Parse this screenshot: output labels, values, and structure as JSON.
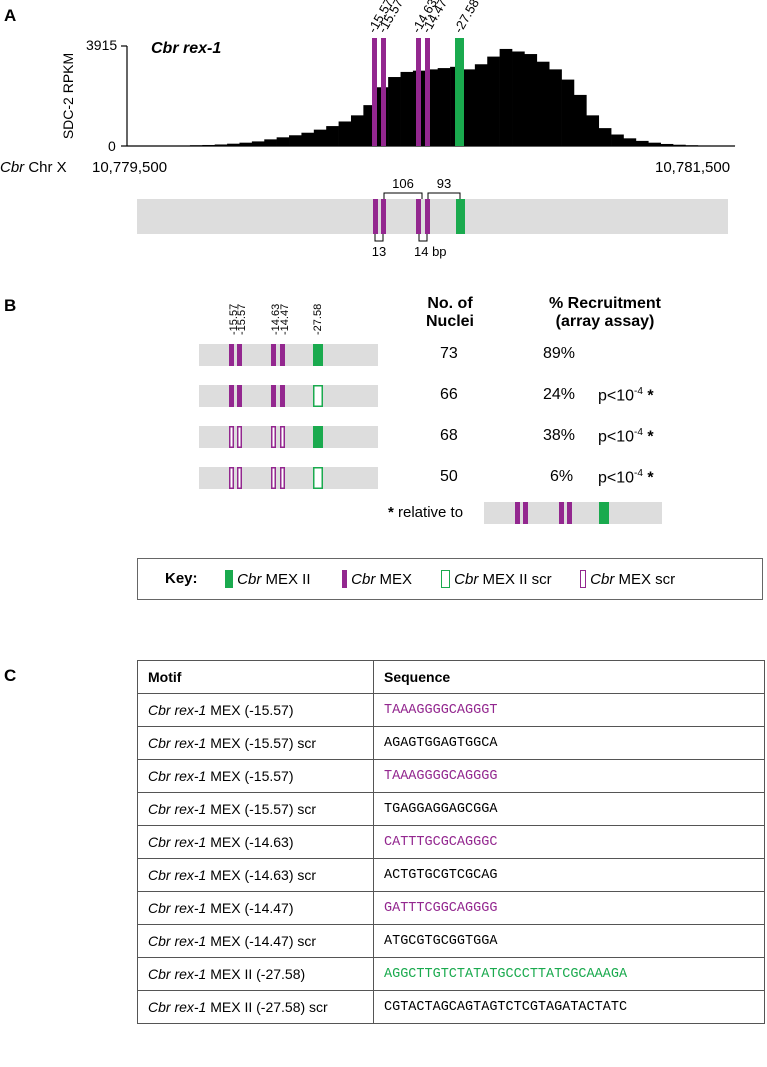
{
  "colors": {
    "mex": "#93278f",
    "mexii": "#1aaa4e",
    "bar": "#dddddd",
    "hist": "#000000"
  },
  "panelA": {
    "letter": "A",
    "ylabel": "SDC-2 RPKM",
    "ymax_label": "3915",
    "ymin_label": "0",
    "title": "Cbr rex-1",
    "chr_label_italic": "Cbr",
    "chr_label_rest": " Chr X",
    "x_left": "10,779,500",
    "x_right": "10,781,500",
    "site_labels": [
      "-15.57",
      "-15.57",
      "-14.63",
      "-14.47",
      "-27.58"
    ],
    "dist_106": "106",
    "dist_93": "93",
    "dist_13": "13",
    "dist_14": "14 bp",
    "chart_data": {
      "type": "bar",
      "ylabel": "SDC-2 RPKM",
      "ylim": [
        0,
        3915
      ],
      "values": [
        5,
        5,
        10,
        10,
        20,
        30,
        40,
        60,
        90,
        130,
        180,
        260,
        340,
        420,
        520,
        640,
        780,
        960,
        1200,
        1600,
        2300,
        2700,
        2900,
        2950,
        3000,
        3050,
        3100,
        3000,
        3200,
        3500,
        3800,
        3700,
        3600,
        3300,
        3000,
        2600,
        2000,
        1200,
        700,
        450,
        300,
        200,
        130,
        80,
        50,
        30,
        20,
        10,
        5
      ]
    }
  },
  "panelB": {
    "letter": "B",
    "site_labels": [
      "-15.57",
      "-15.57",
      "-14.63",
      "-14.47",
      "-27.58"
    ],
    "hdr_nuclei_1": "No. of",
    "hdr_nuclei_2": "Nuclei",
    "hdr_recruit_1": "% Recruitment",
    "hdr_recruit_2": "(array assay)",
    "rows": [
      {
        "nuclei": "73",
        "pct": "89%",
        "p": ""
      },
      {
        "nuclei": "66",
        "pct": "24%",
        "p": "p<10"
      },
      {
        "nuclei": "68",
        "pct": "38%",
        "p": "p<10"
      },
      {
        "nuclei": "50",
        "pct": "6%",
        "p": "p<10"
      }
    ],
    "p_exp": "-4",
    "star": "*",
    "relative_to": "relative to"
  },
  "key": {
    "title": "Key:",
    "items": [
      {
        "italic": "Cbr",
        "rest": " MEX II"
      },
      {
        "italic": "Cbr",
        "rest": " MEX"
      },
      {
        "italic": "Cbr",
        "rest": " MEX II scr"
      },
      {
        "italic": "Cbr",
        "rest": " MEX scr"
      }
    ]
  },
  "panelC": {
    "letter": "C",
    "headers": [
      "Motif",
      "Sequence"
    ],
    "rows": [
      {
        "italic": "Cbr rex-1",
        "rest": " MEX (-15.57)",
        "seq": "TAAAGGGGCAGGGT",
        "color": "#93278f"
      },
      {
        "italic": "Cbr rex-1",
        "rest": " MEX (-15.57) scr",
        "seq": "AGAGTGGAGTGGCA",
        "color": "#000000"
      },
      {
        "italic": "Cbr rex-1",
        "rest": " MEX (-15.57)",
        "seq": "TAAAGGGGCAGGGG",
        "color": "#93278f"
      },
      {
        "italic": "Cbr rex-1",
        "rest": " MEX (-15.57) scr",
        "seq": "TGAGGAGGAGCGGA",
        "color": "#000000"
      },
      {
        "italic": "Cbr rex-1",
        "rest": " MEX (-14.63)",
        "seq": "CATTTGCGCAGGGC",
        "color": "#93278f"
      },
      {
        "italic": "Cbr rex-1",
        "rest": " MEX (-14.63) scr",
        "seq": "ACTGTGCGTCGCAG",
        "color": "#000000"
      },
      {
        "italic": "Cbr rex-1",
        "rest": " MEX (-14.47)",
        "seq": "GATTTCGGCAGGGG",
        "color": "#93278f"
      },
      {
        "italic": "Cbr rex-1",
        "rest": " MEX (-14.47) scr",
        "seq": "ATGCGTGCGGTGGA",
        "color": "#000000"
      },
      {
        "italic": "Cbr rex-1",
        "rest": " MEX II (-27.58)",
        "seq": "AGGCTTGTCTATATGCCCTTATCGCAAAGA",
        "color": "#1aaa4e"
      },
      {
        "italic": "Cbr rex-1",
        "rest": " MEX II (-27.58) scr",
        "seq": "CGTACTAGCAGTAGTCTCGTAGATACTATC",
        "color": "#000000"
      }
    ]
  }
}
